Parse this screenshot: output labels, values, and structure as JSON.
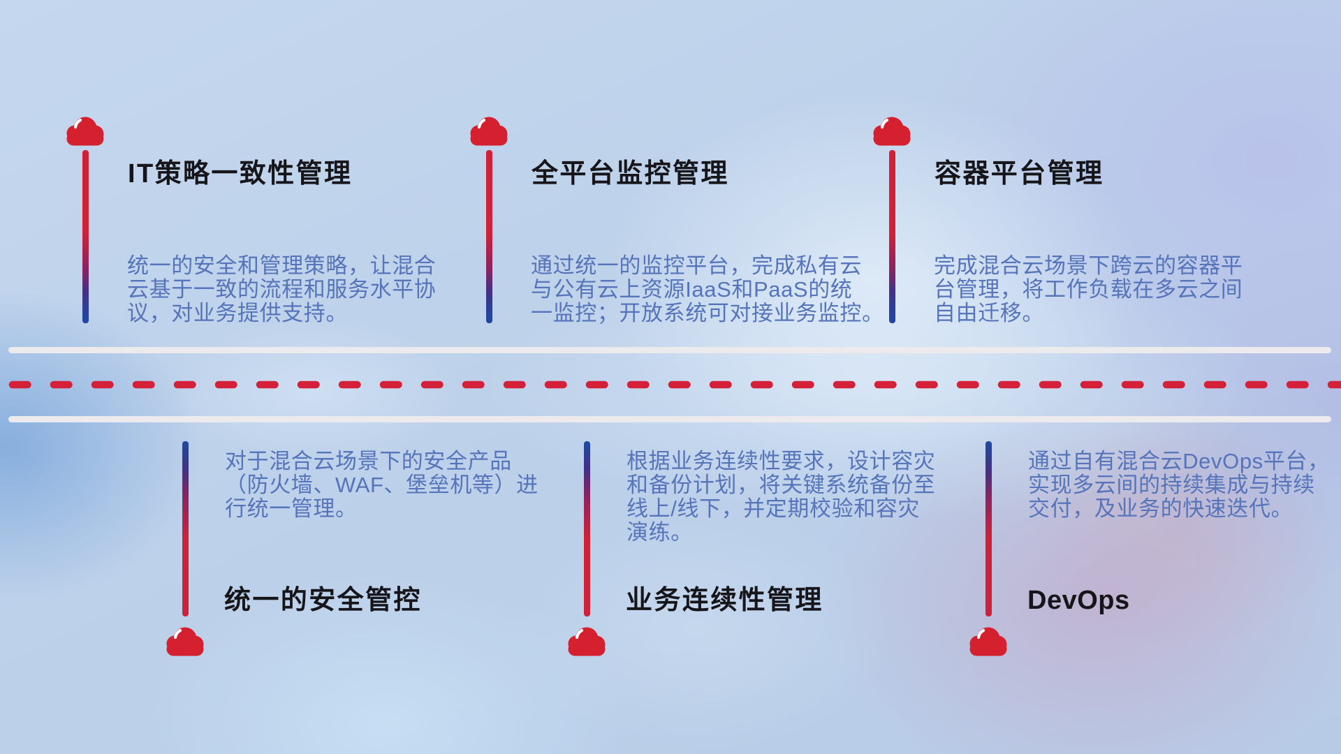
{
  "diagram": {
    "theme": {
      "accent_red": "#cf2238",
      "accent_blue": "#2147a0",
      "body_text_color": "#5674b9",
      "title_text_color": "#16161a",
      "divider_color": "#eceaed"
    },
    "top_items": [
      {
        "title": "IT策略一致性管理",
        "description": "统一的安全和管理策略，让混合\n云基于一致的流程和服务水平协\n议，对业务提供支持。"
      },
      {
        "title": "全平台监控管理",
        "description": "通过统一的监控平台，完成私有云\n与公有云上资源IaaS和PaaS的统\n一监控；开放系统可对接业务监控。"
      },
      {
        "title": "容器平台管理",
        "description": "完成混合云场景下跨云的容器平\n台管理，将工作负载在多云之间\n自由迁移。"
      }
    ],
    "bottom_items": [
      {
        "title": "统一的安全管控",
        "description": "对于混合云场景下的安全产品\n（防火墙、WAF、堡垒机等）进\n行统一管理。"
      },
      {
        "title": "业务连续性管理",
        "description": "根据业务连续性要求，设计容灾\n和备份计划，将关键系统备份至\n线上/线下，并定期校验和容灾\n演练。"
      },
      {
        "title": "DevOps",
        "description": "通过自有混合云DevOps平台，\n实现多云间的持续集成与持续\n交付，及业务的快速迭代。"
      }
    ]
  }
}
